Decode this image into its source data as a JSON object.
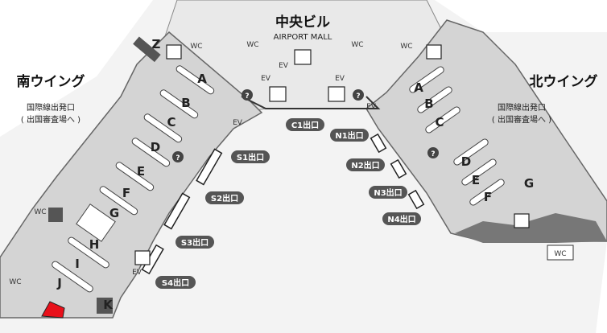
{
  "central": {
    "title": "中央ビル",
    "subtitle": "AIRPORT MALL"
  },
  "south_wing": {
    "title": "南ウイング",
    "sub1": "国際線出発口",
    "sub2": "( 出国審査場へ )"
  },
  "north_wing": {
    "title": "北ウイング",
    "sub1": "国際線出発口",
    "sub2": "( 出国審査場へ )"
  },
  "labels": {
    "wc": "WC",
    "ev": "EV",
    "info": "?"
  },
  "south_counters": [
    "Z",
    "A",
    "B",
    "C",
    "D",
    "E",
    "F",
    "G",
    "H",
    "I",
    "J",
    "K"
  ],
  "north_counters": [
    "A",
    "B",
    "C",
    "D",
    "E",
    "F",
    "G"
  ],
  "exits": [
    "C1出口",
    "S1出口",
    "S2出口",
    "S3出口",
    "S4出口",
    "N1出口",
    "N2出口",
    "N3出口",
    "N4出口"
  ],
  "colors": {
    "floor": "#d4d4d4",
    "wall": "#555555",
    "highlight": "#e8101a",
    "exit_badge": "#555555"
  }
}
